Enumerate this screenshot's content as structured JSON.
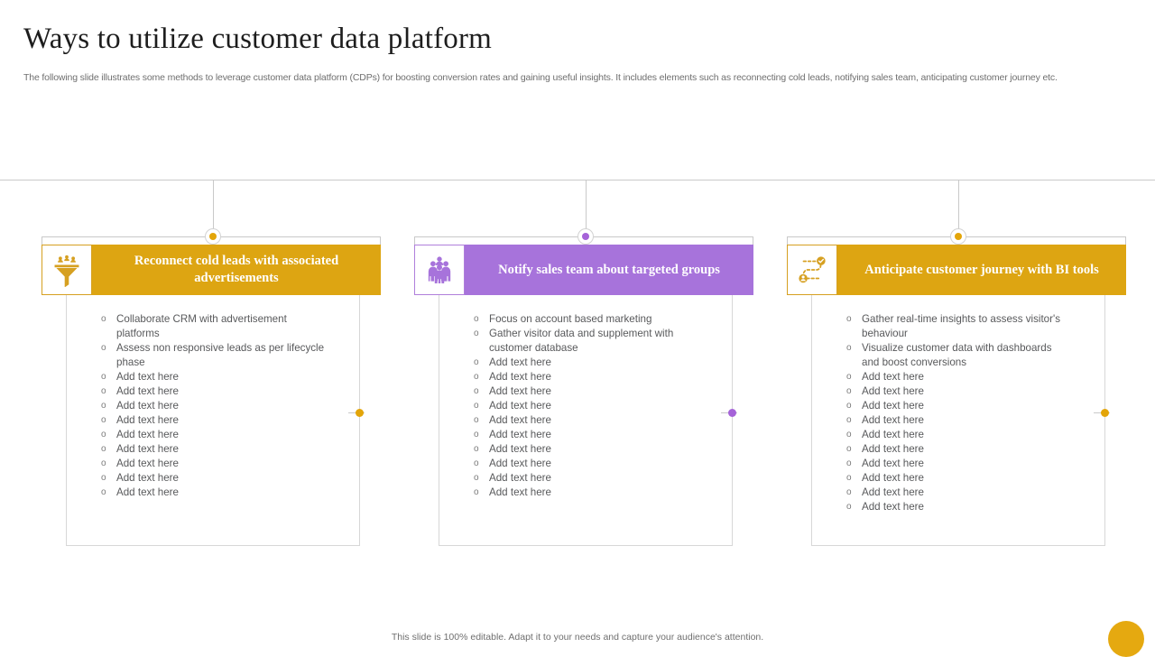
{
  "slide": {
    "title": "Ways to utilize customer data platform",
    "subtitle": "The following slide illustrates some methods to leverage customer data platform (CDPs) for boosting conversion rates and gaining useful insights. It includes elements such as reconnecting cold leads, notifying sales team, anticipating customer journey etc.",
    "footer_note": "This slide is 100% editable. Adapt it to your needs and capture your audience's attention."
  },
  "colors": {
    "gold": "#dda512",
    "gold_accent": "#e3a509",
    "purple": "#a773db",
    "purple_accent": "#a563d8",
    "text_gray": "#58595b",
    "muted_gray": "#6f6f6f",
    "line_gray": "#c9c9c9",
    "corner_dot": "#e5a910"
  },
  "cards": [
    {
      "id": "reconnect-cold-leads",
      "icon": "funnel-leads-icon",
      "accent": "gold",
      "title": "Reconnect cold leads with associated advertisements",
      "bullets": [
        "Collaborate CRM with advertisement platforms",
        "Assess non responsive leads as per lifecycle phase",
        "Add text here",
        "Add text here",
        "Add text here",
        "Add text here",
        "Add text here",
        "Add text here",
        "Add text here",
        "Add text here",
        "Add text here"
      ]
    },
    {
      "id": "notify-sales-team",
      "icon": "people-group-icon",
      "accent": "purple",
      "title": "Notify sales team about targeted groups",
      "bullets": [
        "Focus on account based marketing",
        "Gather visitor data and supplement with customer database",
        "Add text here",
        "Add text here",
        "Add text here",
        "Add text here",
        "Add text here",
        "Add text here",
        "Add text here",
        "Add text here",
        "Add text here",
        "Add text here"
      ]
    },
    {
      "id": "anticipate-customer-journey",
      "icon": "customer-journey-path-icon",
      "accent": "gold",
      "title": "Anticipate customer journey with BI tools",
      "bullets": [
        "Gather real-time insights to assess visitor's behaviour",
        "Visualize customer data with dashboards and boost conversions",
        "Add text here",
        "Add text here",
        "Add text here",
        "Add text here",
        "Add text here",
        "Add text here",
        "Add text here",
        "Add text here",
        "Add text here",
        "Add text here"
      ]
    }
  ]
}
